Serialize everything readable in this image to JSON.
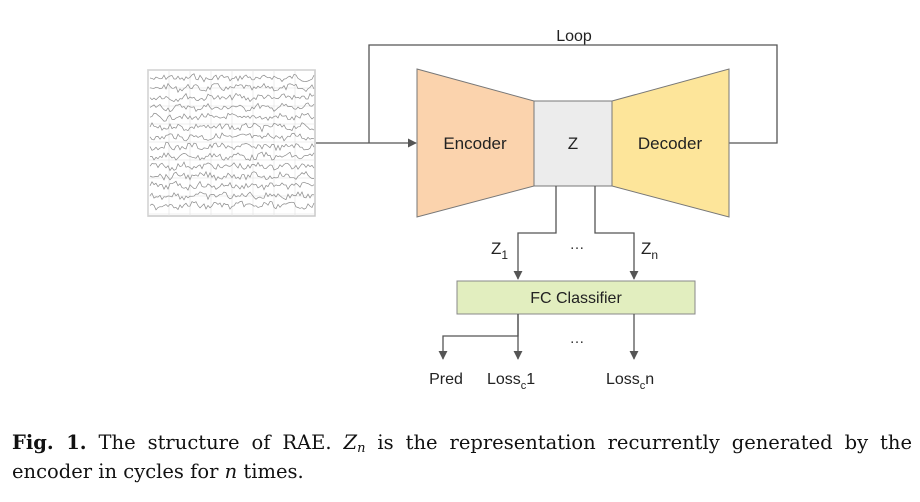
{
  "diagram": {
    "loop_label": "Loop",
    "encoder_label": "Encoder",
    "latent_label": "Z",
    "decoder_label": "Decoder",
    "z1_label": "Z",
    "z1_sub": "1",
    "zn_label": "Z",
    "zn_sub": "n",
    "ellipsis_top": "…",
    "classifier_label": "FC Classifier",
    "ellipsis_bottom": "…",
    "pred_label": "Pred",
    "loss1_prefix": "Loss",
    "loss1_sub": "c",
    "loss1_suffix": "1",
    "lossn_prefix": "Loss",
    "lossn_sub": "c",
    "lossn_suffix": "n"
  },
  "caption": {
    "fig_label": "Fig. 1.",
    "text_before": " The structure of RAE. ",
    "math_var": "Z",
    "math_sub": "n",
    "text_after": " is the representation recurrently generated by the encoder in cycles for ",
    "math_n": "n",
    "text_end": " times."
  },
  "colors": {
    "encoder_fill": "#fbd3ad",
    "decoder_fill": "#fde59a",
    "latent_fill": "#ececec",
    "classifier_fill": "#e2eebf",
    "line": "#555555"
  }
}
